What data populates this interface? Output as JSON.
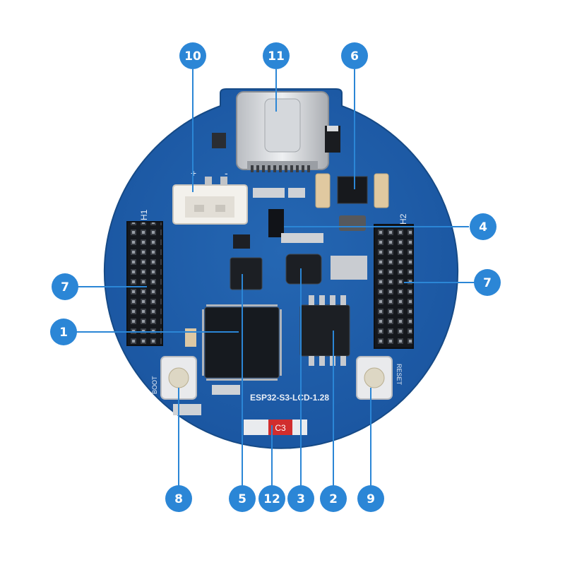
{
  "board": {
    "model_label": "ESP32-S3-LCD-1.28",
    "header_left_label": "H1",
    "header_right_label": "H2",
    "boot_label": "BOOT",
    "reset_label": "RESET",
    "chip_label": "C3",
    "plus_label": "+",
    "minus_label": "-"
  },
  "callouts": [
    {
      "id": "10",
      "label": "10"
    },
    {
      "id": "11",
      "label": "11"
    },
    {
      "id": "6",
      "label": "6"
    },
    {
      "id": "4",
      "label": "4"
    },
    {
      "id": "7-left",
      "label": "7"
    },
    {
      "id": "7-right",
      "label": "7"
    },
    {
      "id": "1",
      "label": "1"
    },
    {
      "id": "8",
      "label": "8"
    },
    {
      "id": "5",
      "label": "5"
    },
    {
      "id": "12",
      "label": "12"
    },
    {
      "id": "3",
      "label": "3"
    },
    {
      "id": "2",
      "label": "2"
    },
    {
      "id": "9",
      "label": "9"
    }
  ],
  "colors": {
    "callout_fill": "#2b86d6",
    "pcb": "#1f5fa8",
    "pcb_dark": "#174c8c",
    "leader_line": "#2b86d6"
  }
}
